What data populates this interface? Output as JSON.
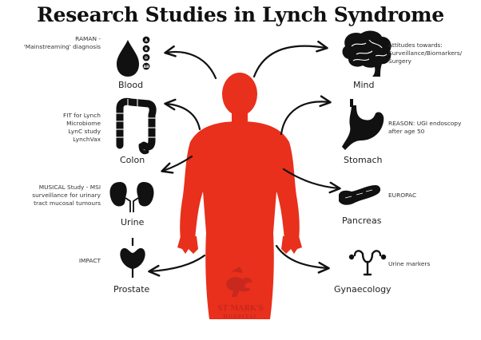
{
  "title": "Research Studies in Lynch Syndrome",
  "organs": {
    "blood": {
      "label": "Blood",
      "desc": [
        "RAMAN -",
        "'Mainstreaming' diagnosis"
      ],
      "blood_types": [
        "A",
        "B",
        "O",
        "AB"
      ]
    },
    "colon": {
      "label": "Colon",
      "desc": [
        "FIT for Lynch",
        "Microbiome",
        "LynC study",
        "LynchVax"
      ]
    },
    "urine": {
      "label": "Urine",
      "desc": [
        "MUSICAL Study - MSI",
        "surveillance for urinary",
        "tract mucosal tumours"
      ]
    },
    "prostate": {
      "label": "Prostate",
      "desc": [
        "IMPACT"
      ]
    },
    "mind": {
      "label": "Mind",
      "desc": [
        "Attitudes towards:",
        "Surveillance/Biomarkers/",
        "Surgery"
      ]
    },
    "stomach": {
      "label": "Stomach",
      "desc": [
        "REASON: UGI endoscopy",
        "after age 50"
      ]
    },
    "pancreas": {
      "label": "Pancreas",
      "desc": [
        "EUROPAC"
      ]
    },
    "gynaecology": {
      "label": "Gynaecology",
      "desc": [
        "Urine markers"
      ]
    }
  },
  "logo": {
    "name": "ST MARK'S",
    "sub": "HOSPITAL"
  },
  "colors": {
    "body": "#e8301c",
    "ink": "#111111"
  }
}
